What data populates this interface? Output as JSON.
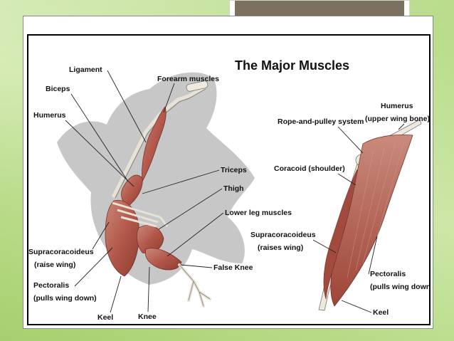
{
  "diagram": {
    "title": "The Major Muscles",
    "left_labels": {
      "ligament": "Ligament",
      "forearm": "Forearm muscles",
      "biceps": "Biceps",
      "humerus": "Humerus",
      "triceps": "Triceps",
      "thigh": "Thigh",
      "lower_leg": "Lower leg muscles",
      "supra_1": "Supracoracoideus",
      "supra_2": "(raise wing)",
      "pect_1": "Pectoralis",
      "pect_2": "(pulls wing down)",
      "false_knee": "False Knee",
      "keel": "Keel",
      "knee": "Knee"
    },
    "right_labels": {
      "humerus_1": "Humerus",
      "humerus_2": "(upper wing bone)",
      "rope": "Rope-and-pulley system",
      "coracoid": "Coracoid (shoulder)",
      "supra_1": "Supracoracoideus",
      "supra_2": "(raises wing)",
      "pect_1": "Pectoralis",
      "pect_2": "(pulls wing down)",
      "keel": "Keel"
    }
  }
}
